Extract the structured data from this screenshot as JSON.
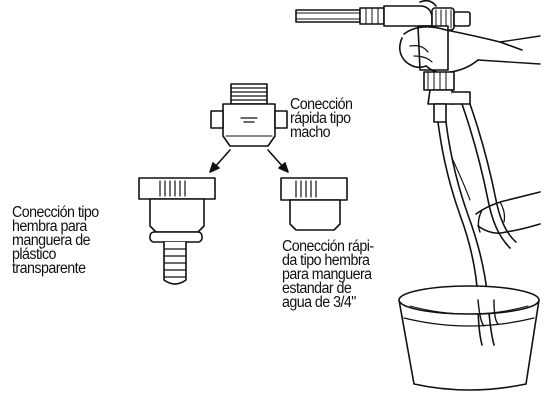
{
  "labels": {
    "male_quick": [
      "Conección",
      "rápida tipo",
      "macho"
    ],
    "female_plastic": [
      "Conección tipo",
      "hembra para",
      "manguera de",
      "plástico",
      "transparente"
    ],
    "female_quick": [
      "Conección rápi-",
      "da tipo hembra",
      "para manguera",
      "estandar de",
      "agua de 3/4\""
    ]
  },
  "colors": {
    "ink": "#111111",
    "paper": "#ffffff"
  }
}
